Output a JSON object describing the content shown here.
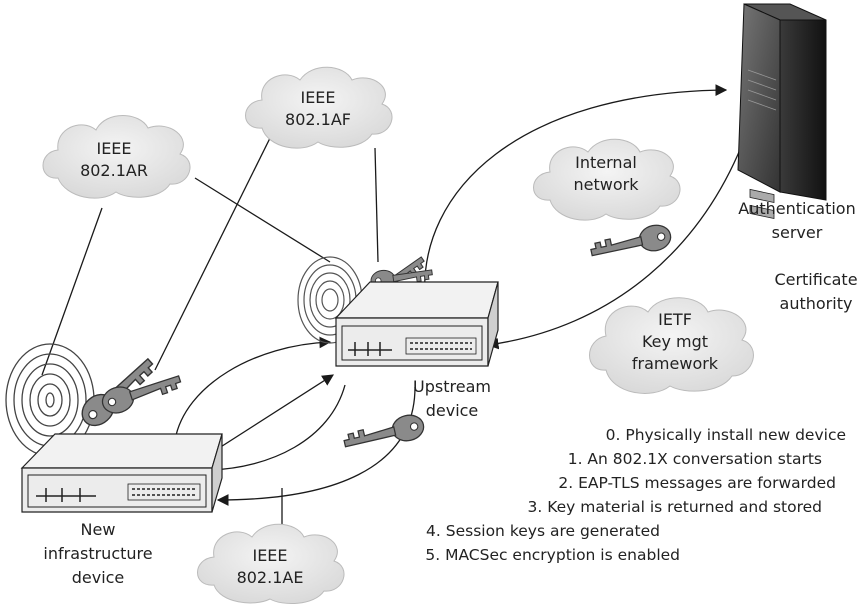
{
  "clouds": {
    "ieee_8021ar": [
      "IEEE",
      "802.1AR"
    ],
    "ieee_8021af": [
      "IEEE",
      "802.1AF"
    ],
    "internal_network": [
      "Internal",
      "network"
    ],
    "ietf": [
      "IETF",
      "Key mgt",
      "framework"
    ],
    "ieee_8021ae": [
      "IEEE",
      "802.1AE"
    ]
  },
  "labels": {
    "auth_server": [
      "Authentication",
      "server"
    ],
    "cert_authority": [
      "Certificate",
      "authority"
    ],
    "upstream_device": [
      "Upstream",
      "device"
    ],
    "new_device": [
      "New",
      "infrastructure",
      "device"
    ]
  },
  "steps": [
    "0. Physically install new device",
    "1. An 802.1X conversation starts",
    "2. EAP-TLS messages are forwarded",
    "3. Key material is returned and stored",
    "4. Session keys are generated",
    "5. MACSec encryption is enabled"
  ],
  "icons": {
    "server": "server-tower-icon",
    "switch": "network-switch-icon",
    "fingerprint": "fingerprint-icon",
    "key": "key-icon",
    "cloud": "cloud-icon"
  },
  "colors": {
    "line": "#1a1a1a",
    "cloud_fill": "#e4e4e4",
    "device_fill": "#e8e8e8",
    "key_fill": "#8a8a8a",
    "server_dark": "#2a2a2a"
  }
}
